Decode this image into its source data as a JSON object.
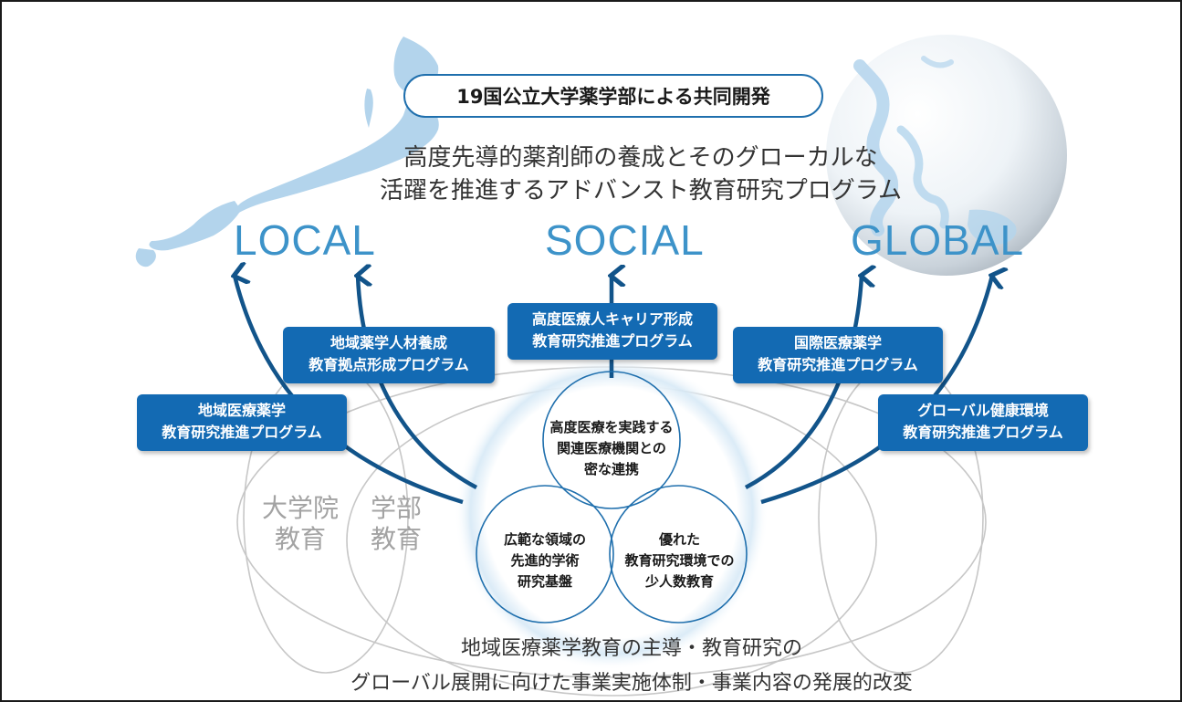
{
  "header": {
    "pill": "19国公立大学薬学部による共同開発",
    "title_line1": "高度先導的薬剤師の養成とそのグローカルな",
    "title_line2": "活躍を推進するアドバンスト教育研究プログラム"
  },
  "targets": {
    "local": "LOCAL",
    "social": "SOCIAL",
    "global": "GLOBAL"
  },
  "programs": [
    {
      "line1": "地域医療薬学",
      "line2": "教育研究推進プログラム"
    },
    {
      "line1": "地域薬学人材養成",
      "line2": "教育拠点形成プログラム"
    },
    {
      "line1": "高度医療人キャリア形成",
      "line2": "教育研究推進プログラム"
    },
    {
      "line1": "国際医療薬学",
      "line2": "教育研究推進プログラム"
    },
    {
      "line1": "グローバル健康環境",
      "line2": "教育研究推進プログラム"
    }
  ],
  "education": {
    "graduate_line1": "大学院",
    "graduate_line2": "教育",
    "undergrad_line1": "学部",
    "undergrad_line2": "教育"
  },
  "venn": {
    "top": [
      "高度医療を実践する",
      "関連医療機関との",
      "密な連携"
    ],
    "left": [
      "広範な領域の",
      "先進的学術",
      "研究基盤"
    ],
    "right": [
      "優れた",
      "教育研究環境での",
      "少人数教育"
    ]
  },
  "footer": {
    "line1": "地域医療薬学教育の主導・教育研究の",
    "line2": "グローバル展開に向けた事業実施体制・事業内容の発展的改変"
  },
  "colors": {
    "arrow": "#12548a",
    "box": "#136ab3",
    "accent_text": "#3d93c9",
    "map": "#b3d4ec"
  }
}
